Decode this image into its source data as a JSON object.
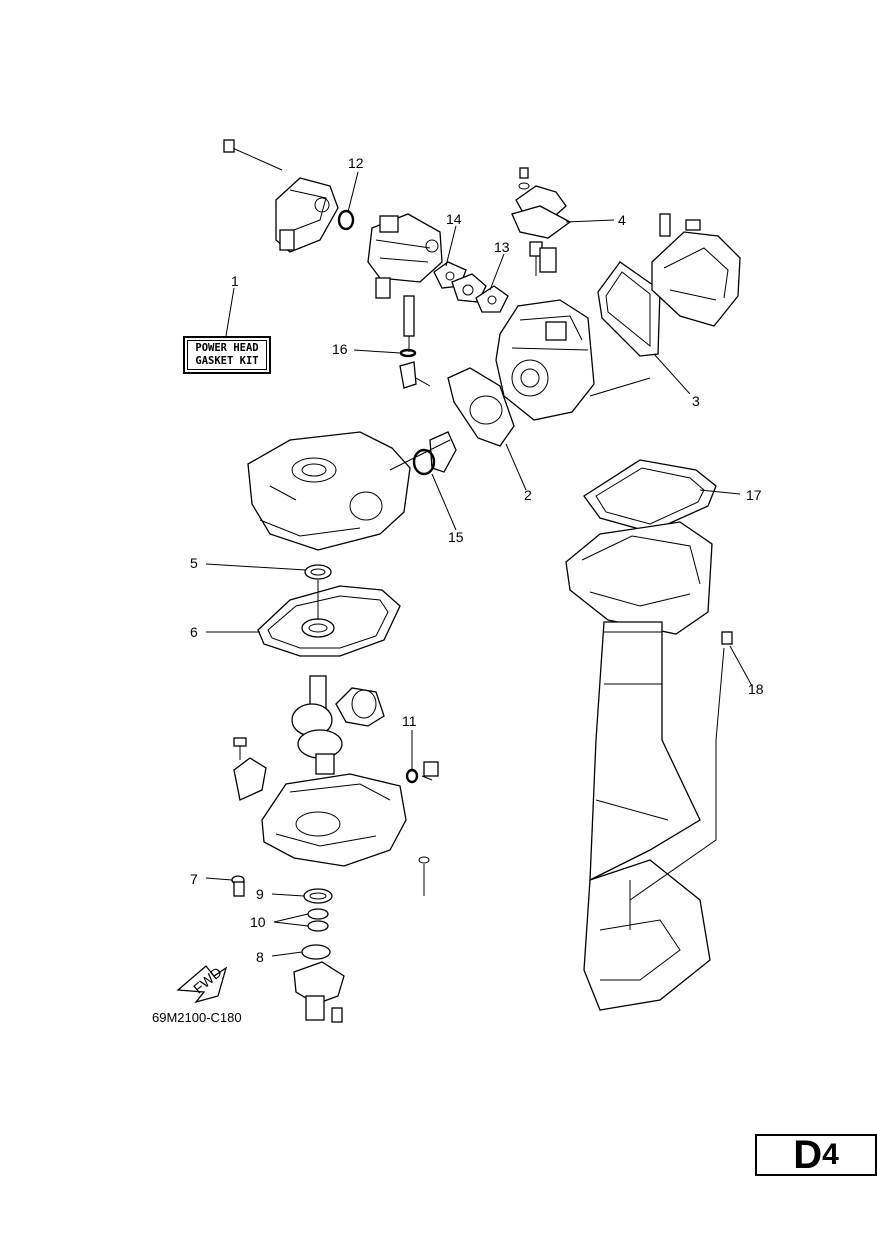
{
  "kit_label": {
    "line1": "POWER HEAD",
    "line2": "GASKET KIT"
  },
  "figure_code": "69M2100-C180",
  "fwd_label": "FWD",
  "page_id": {
    "letter": "D",
    "number": "4"
  },
  "callouts": [
    "1",
    "2",
    "3",
    "4",
    "5",
    "6",
    "7",
    "8",
    "9",
    "10",
    "11",
    "12",
    "13",
    "14",
    "15",
    "16",
    "17",
    "18"
  ]
}
